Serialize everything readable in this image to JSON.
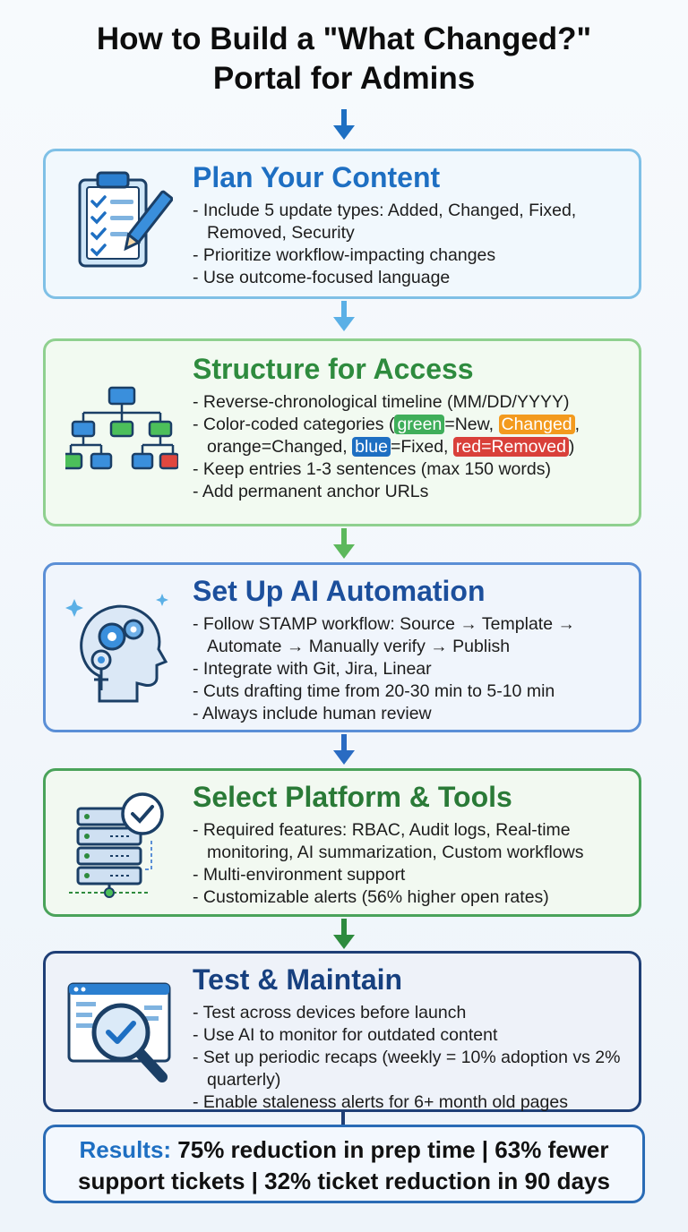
{
  "title": {
    "line1": "How to Build a \"What Changed?\"",
    "line2": "Portal for Admins"
  },
  "steps": [
    {
      "title": "Plan Your Content",
      "icon": "clipboard-checklist-icon",
      "bullets": [
        "Include 5 update types: Added, Changed, Fixed, Removed, Security",
        "Prioritize workflow-impacting changes",
        "Use outcome-focused language"
      ]
    },
    {
      "title": "Structure for Access",
      "icon": "hierarchy-tree-icon",
      "bullets": [
        "Reverse-chronological timeline (MM/DD/YYYY)",
        "",
        "Keep entries 1-3 sentences (max 150 words)",
        "Add permanent anchor URLs"
      ],
      "color_bullet": {
        "prefix": "Color-coded categories (",
        "green": "green",
        "after_green": "=New, ",
        "changed": "Changed",
        "after_changed": ", orange=Changed, ",
        "blue": "blue",
        "after_blue": "=Fixed, ",
        "red": "red=Removed",
        "suffix": ")"
      }
    },
    {
      "title": "Set Up AI Automation",
      "icon": "ai-head-gears-icon",
      "bullets": [
        "Follow STAMP workflow: Source → Template → Automate → Manually verify → Publish",
        "Integrate with Git, Jira, Linear",
        "Cuts drafting time from 20-30 min to 5-10 min",
        "Always include human review"
      ]
    },
    {
      "title": "Select Platform & Tools",
      "icon": "server-checkmark-icon",
      "bullets": [
        "Required features: RBAC, Audit logs, Real-time monitoring, AI summarization, Custom workflows",
        "Multi-environment support",
        "Customizable alerts (56% higher open rates)"
      ]
    },
    {
      "title": "Test & Maintain",
      "icon": "magnifier-check-icon",
      "bullets": [
        "Test across devices before launch",
        "Use AI to monitor for outdated content",
        "Set up periodic recaps (weekly = 10% adoption vs 2% quarterly)",
        "Enable staleness alerts for 6+ month old pages"
      ]
    }
  ],
  "results": {
    "label": "Results:",
    "line1": "75% reduction in prep time | 63% fewer",
    "line2": "support tickets | 32% ticket reduction in 90 days"
  },
  "colors": {
    "plan": "#1e6fc2",
    "structure": "#2e8b3e",
    "ai": "#1c4f9c",
    "platform": "#2a7a37",
    "test": "#17407f"
  }
}
